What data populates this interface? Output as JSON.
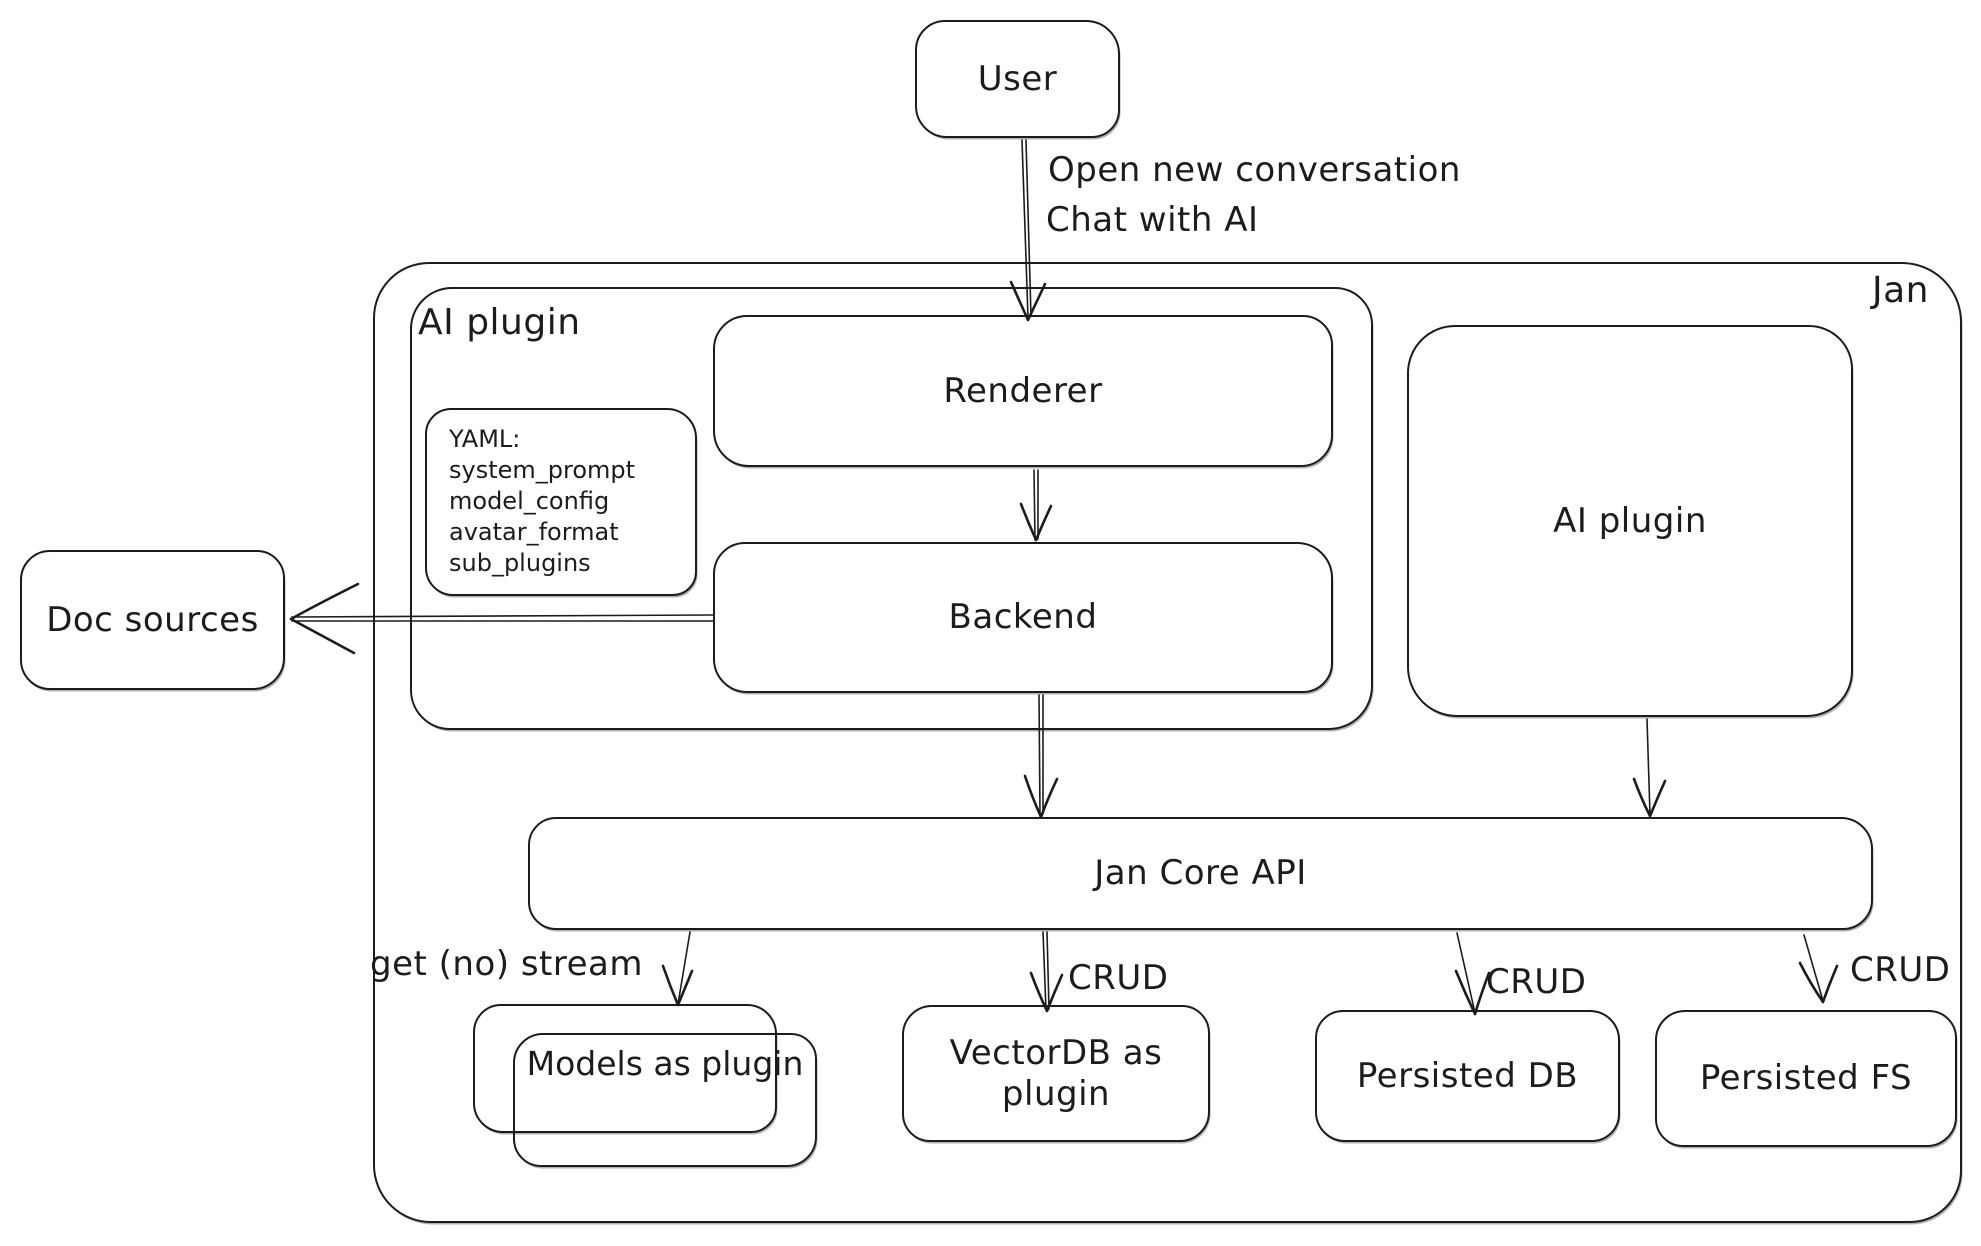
{
  "colors": {
    "stroke": "#1c1c1c",
    "background": "#ffffff"
  },
  "nodes": {
    "user": {
      "label": "User"
    },
    "jan": {
      "label": "Jan"
    },
    "ai_plugin_left": {
      "label": "AI plugin"
    },
    "renderer": {
      "label": "Renderer"
    },
    "backend": {
      "label": "Backend"
    },
    "yaml_note": {
      "title": "YAML:",
      "lines": [
        "system_prompt",
        "model_config",
        "avatar_format",
        "sub_plugins"
      ]
    },
    "ai_plugin_right": {
      "label": "AI plugin"
    },
    "doc_sources": {
      "label": "Doc sources"
    },
    "jan_core_api": {
      "label": "Jan Core API"
    },
    "models_plugin": {
      "label": "Models as plugin"
    },
    "vectordb_plugin": {
      "label": "VectorDB as plugin"
    },
    "persisted_db": {
      "label": "Persisted DB"
    },
    "persisted_fs": {
      "label": "Persisted FS"
    }
  },
  "edges": {
    "user_to_renderer": {
      "label_line1": "Open new conversation",
      "label_line2": "Chat with AI"
    },
    "core_to_models": {
      "label": "get (no) stream"
    },
    "core_to_vectordb": {
      "label": "CRUD"
    },
    "core_to_persisted_db": {
      "label": "CRUD"
    },
    "core_to_persisted_fs": {
      "label": "CRUD"
    }
  }
}
